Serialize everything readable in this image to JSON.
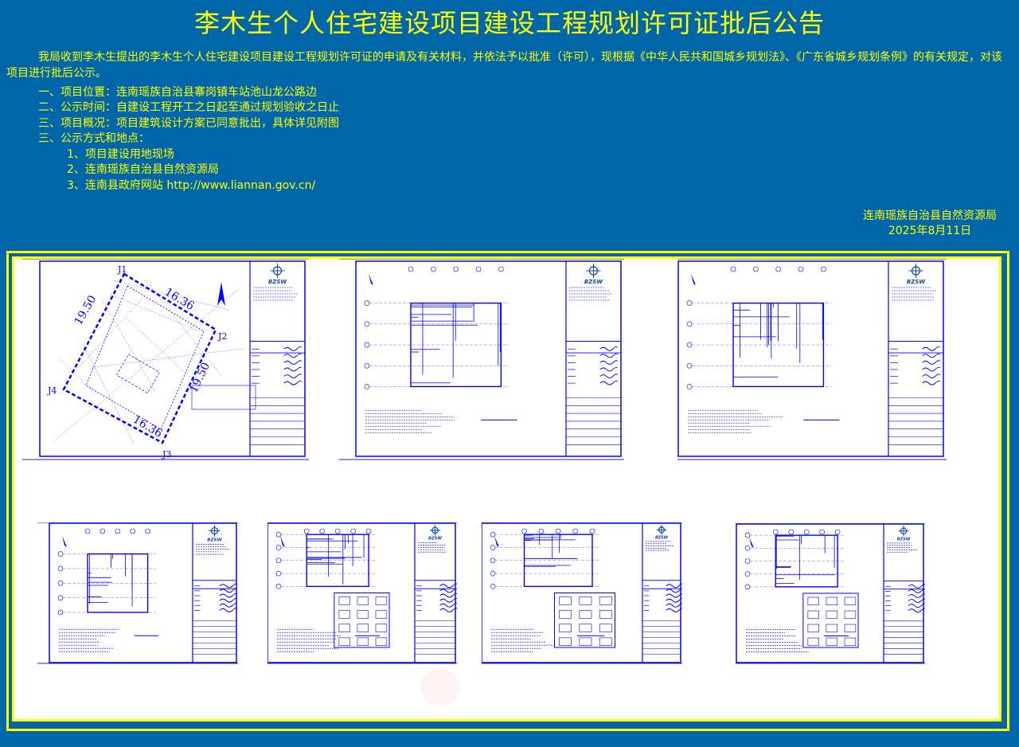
{
  "header": {
    "title": "李木生个人住宅建设项目建设工程规划许可证批后公告"
  },
  "notice": {
    "intro": "我局收到李木生提出的李木生个人住宅建设项目建设工程规划许可证的申请及有关材料，并依法予以批准（许可），现根据《中华人民共和国城乡规划法》、《广东省城乡规划条例》的有关规定，对该项目进行批后公示。",
    "items": [
      "一、项目位置：连南瑶族自治县寨岗镇车站池山龙公路边",
      "二、公示时间：自建设工程开工之日起至通过规划验收之日止",
      "三、项目概况：项目建筑设计方案已同意批出，具体详见附图",
      "三、公示方式和地点："
    ],
    "subitems": [
      "1、项目建设用地现场",
      "2、连南瑶族自治县自然资源局",
      "3、连南县政府网站 http://www.liannan.gov.cn/"
    ]
  },
  "signature": {
    "org": "连南瑶族自治县自然资源局",
    "date": "2025年8月11日"
  },
  "drawings": {
    "logo_text": "BZSW",
    "sheets": [
      {
        "name": "site-plan",
        "dims": [
          "16.36",
          "19.50",
          "16.36",
          "19.50"
        ],
        "points": [
          "J1",
          "J2",
          "J3",
          "J4"
        ]
      },
      {
        "name": "floor-plan-1"
      },
      {
        "name": "floor-plan-2"
      },
      {
        "name": "general-layout"
      },
      {
        "name": "elevation-1"
      },
      {
        "name": "elevation-2"
      },
      {
        "name": "section"
      }
    ]
  },
  "colors": {
    "background": "#0066aa",
    "text": "#ffff00",
    "drawing": "#0000ff"
  }
}
